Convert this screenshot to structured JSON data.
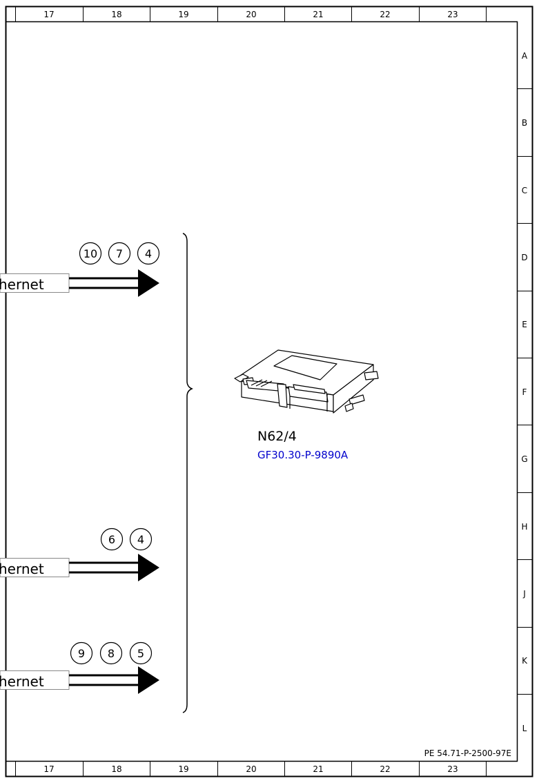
{
  "frame": {
    "columns_top": [
      "17",
      "18",
      "19",
      "20",
      "21",
      "22",
      "23"
    ],
    "columns_bottom": [
      "17",
      "18",
      "19",
      "20",
      "21",
      "22",
      "23"
    ],
    "rows": [
      "A",
      "B",
      "C",
      "D",
      "E",
      "F",
      "G",
      "H",
      "J",
      "K",
      "L"
    ],
    "document_id": "PE 54.71-P-2500-97E"
  },
  "connectors": [
    {
      "label": "hernet",
      "bubbles": [
        "10",
        "7",
        "4"
      ]
    },
    {
      "label": "hernet",
      "bubbles": [
        "6",
        "4"
      ]
    },
    {
      "label": "hernet",
      "bubbles": [
        "9",
        "8",
        "5"
      ]
    }
  ],
  "component": {
    "designation": "N62/4",
    "reference": "GF30.30-P-9890A",
    "reference_color": "#0000cc"
  }
}
